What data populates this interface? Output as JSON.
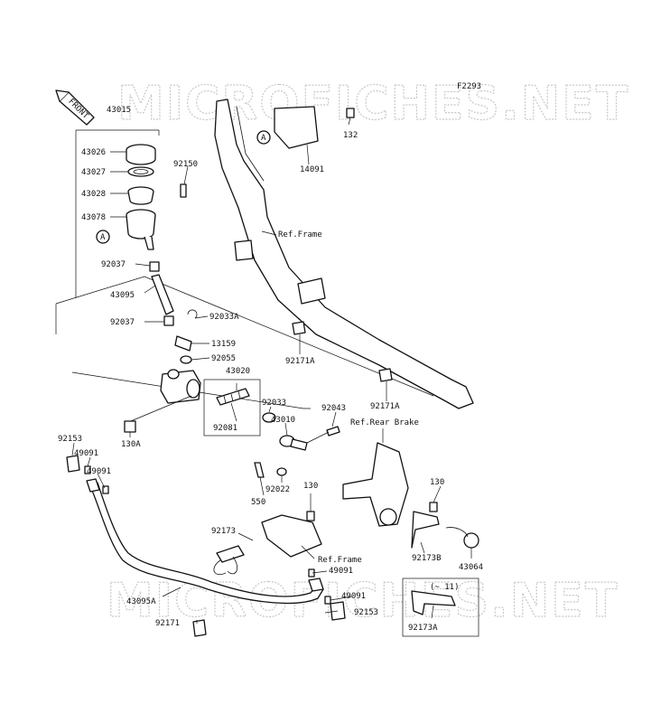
{
  "diagram": {
    "code": "F2293",
    "watermark": "MICROFICHES.NET",
    "front_marker": "FRONT",
    "callout_letter": "A",
    "references": {
      "frame_upper": "Ref.Frame",
      "rear_brake": "Ref.Rear Brake",
      "frame_lower": "Ref.Frame"
    },
    "variant_note": "(~ 11)",
    "parts": [
      "43015",
      "43026",
      "43027",
      "43028",
      "43078",
      "92150",
      "92037",
      "43095",
      "92037",
      "92033A",
      "13159",
      "92055",
      "43020",
      "92033",
      "92081",
      "43010",
      "92043",
      "130A",
      "92153",
      "49091",
      "49091",
      "550",
      "92022",
      "130",
      "92173",
      "49091",
      "43095A",
      "92153",
      "49091",
      "92171",
      "132",
      "14091",
      "92171A",
      "92171A",
      "130",
      "92173B",
      "43064",
      "92173A"
    ]
  }
}
